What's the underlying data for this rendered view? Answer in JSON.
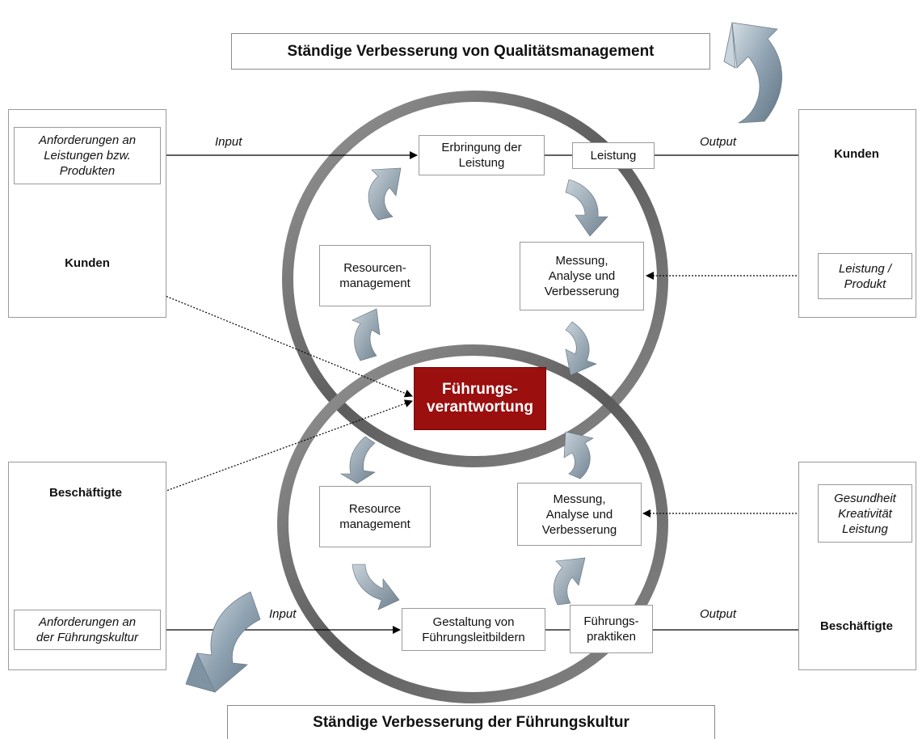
{
  "titles": {
    "top": "Ständige Verbesserung von Qualitätsmanagement",
    "bottom": "Ständige Verbesserung der Führungskultur"
  },
  "top_cycle": {
    "input_requirements": "Anforderungen an\nLeistungen bzw.\nProdukten",
    "input_label": "Input",
    "customers_left": "Kunden",
    "delivery": "Erbringung der\nLeistung",
    "performance": "Leistung",
    "output_label": "Output",
    "customers_right": "Kunden",
    "resources": "Resourcen-\nmanagement",
    "measurement": "Messung,\nAnalyse und\nVerbesserung",
    "result": "Leistung /\nProdukt"
  },
  "center": {
    "leadership": "Führungs-\nverantwortung"
  },
  "bottom_cycle": {
    "employees_left": "Beschäftigte",
    "input_requirements": "Anforderungen an\nder Führungskultur",
    "input_label": "Input",
    "resources": "Resource\nmanagement",
    "measurement": "Messung,\nAnalyse und\nVerbesserung",
    "design": "Gestaltung von\nFührungsleitbildern",
    "practices": "Führungs-\npraktiken",
    "output_label": "Output",
    "employees_right": "Beschäftigte",
    "result": "Gesundheit\nKreativität\nLeistung"
  },
  "colors": {
    "ring": "#6e6e6e",
    "cycle_arrow": "#8c9aa6",
    "big_arrow": "#9fb0bd",
    "leadership_box": "#9b0f0f"
  }
}
